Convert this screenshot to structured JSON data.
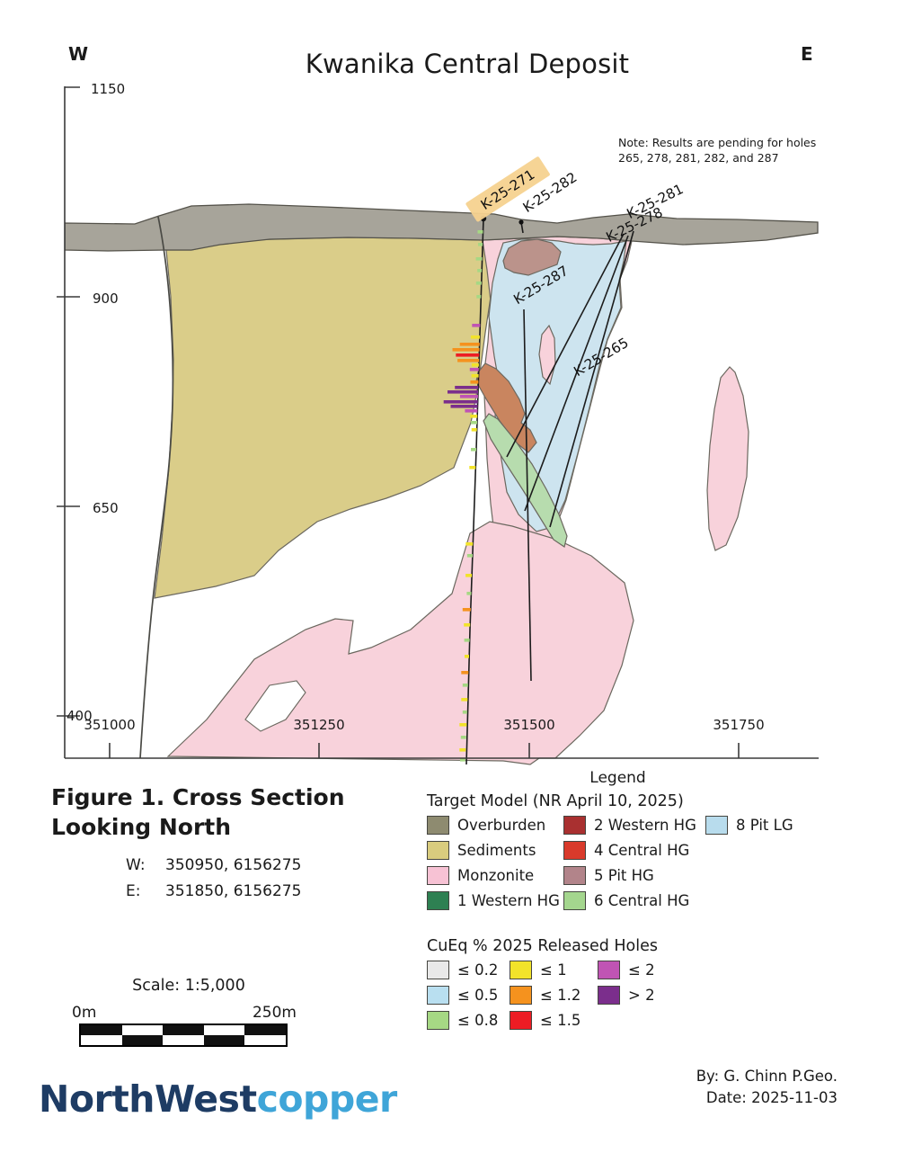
{
  "title": "Kwanika Central Deposit",
  "orientation": {
    "west": "W",
    "east": "E"
  },
  "note": "Note: Results are pending for holes\n265, 278, 281, 282, and 287",
  "axes": {
    "y_ticks": [
      "1150",
      "900",
      "650",
      "400"
    ],
    "x_ticks": [
      "351000",
      "351250",
      "351500",
      "351750"
    ]
  },
  "holes": [
    {
      "id": "K-25-271",
      "highlighted": true,
      "highlight_color": "#f6d28f"
    },
    {
      "id": "K-25-282",
      "highlighted": false
    },
    {
      "id": "K-25-281",
      "highlighted": false
    },
    {
      "id": "K-25-278",
      "highlighted": false
    },
    {
      "id": "K-25-287",
      "highlighted": false
    },
    {
      "id": "K-25-265",
      "highlighted": false
    }
  ],
  "legend": {
    "title": "Legend",
    "target_model": {
      "title": "Target Model (NR April 10, 2025)",
      "columns": [
        [
          {
            "label": "Overburden",
            "color": "#8e8b70"
          },
          {
            "label": "Sediments",
            "color": "#d9cc7e"
          },
          {
            "label": "Monzonite",
            "color": "#f7c2d4"
          },
          {
            "label": "1 Western HG",
            "color": "#2e8052"
          }
        ],
        [
          {
            "label": "2 Western HG",
            "color": "#a93030"
          },
          {
            "label": "4 Central HG",
            "color": "#d93a2b"
          },
          {
            "label": "5 Pit HG",
            "color": "#b2848a"
          },
          {
            "label": "6 Central HG",
            "color": "#a4d68e"
          }
        ],
        [
          {
            "label": "8 Pit LG",
            "color": "#b8dced"
          }
        ]
      ]
    },
    "cueq": {
      "title": "CuEq % 2025 Released Holes",
      "columns": [
        [
          {
            "label": "≤ 0.2",
            "color": "#e9e9e9"
          },
          {
            "label": "≤ 0.5",
            "color": "#b9dff0"
          },
          {
            "label": "≤ 0.8",
            "color": "#a6d884"
          }
        ],
        [
          {
            "label": "≤ 1",
            "color": "#f2e32a"
          },
          {
            "label": "≤ 1.2",
            "color": "#f5921e"
          },
          {
            "label": "≤ 1.5",
            "color": "#ed1c24"
          }
        ],
        [
          {
            "label": "≤ 2",
            "color": "#c054b4"
          },
          {
            "label": "> 2",
            "color": "#7b2e8c"
          }
        ]
      ]
    }
  },
  "caption": {
    "title": "Figure 1. Cross Section\nLooking North",
    "coords": [
      {
        "dir": "W:",
        "value": "350950, 6156275"
      },
      {
        "dir": "E:",
        "value": "351850, 6156275"
      }
    ]
  },
  "scale": {
    "label": "Scale: 1:5,000",
    "left": "0m",
    "right": "250m"
  },
  "logo": {
    "part1": "NorthWest",
    "part2": "copper",
    "color1": "#1e3c64",
    "color2": "#3fa5d8"
  },
  "credits": {
    "by": "By: G. Chinn P.Geo.",
    "date": "Date: 2025-11-03"
  },
  "palette": {
    "section": {
      "overburden_band": "#a7a49a",
      "sediments_body": "#dacd89",
      "monzonite_body": "#f8d2db",
      "pit5_body": "#bb938b",
      "central4_body": "#c9855f",
      "central6_body": "#b7dcae",
      "pit8_body": "#cde4ef",
      "outline": "#6b685f",
      "fault": "#4a4a45",
      "trace": "#1c1c1c"
    },
    "cueq": {
      "c02": "#e9e9e9",
      "c05": "#b9dff0",
      "c08": "#a6d884",
      "c10": "#f2e32a",
      "c12": "#f5921e",
      "c15": "#ed1c24",
      "c20": "#c054b4",
      "c2p": "#7b2e8c"
    }
  },
  "section": {
    "interval_bars": [
      {
        "y": 258,
        "w": 6,
        "c": "c08"
      },
      {
        "y": 272,
        "w": 5,
        "c": "c08"
      },
      {
        "y": 288,
        "w": 7,
        "c": "c08"
      },
      {
        "y": 301,
        "w": 5,
        "c": "c08"
      },
      {
        "y": 315,
        "w": 6,
        "c": "c08"
      },
      {
        "y": 330,
        "w": 5,
        "c": "c08"
      },
      {
        "y": 362,
        "w": 9,
        "c": "c20"
      },
      {
        "y": 375,
        "w": 10,
        "c": "c10"
      },
      {
        "y": 383,
        "w": 22,
        "c": "c12"
      },
      {
        "y": 389,
        "w": 30,
        "c": "c12"
      },
      {
        "y": 395,
        "w": 26,
        "c": "c15"
      },
      {
        "y": 401,
        "w": 24,
        "c": "c12"
      },
      {
        "y": 406,
        "w": 8,
        "c": "c10"
      },
      {
        "y": 411,
        "w": 10,
        "c": "c20"
      },
      {
        "y": 418,
        "w": 8,
        "c": "c10"
      },
      {
        "y": 425,
        "w": 9,
        "c": "c12"
      },
      {
        "y": 431,
        "w": 26,
        "c": "c2p"
      },
      {
        "y": 436,
        "w": 34,
        "c": "c2p"
      },
      {
        "y": 441,
        "w": 20,
        "c": "c20"
      },
      {
        "y": 447,
        "w": 38,
        "c": "c2p"
      },
      {
        "y": 452,
        "w": 30,
        "c": "c2p"
      },
      {
        "y": 457,
        "w": 14,
        "c": "c20"
      },
      {
        "y": 463,
        "w": 8,
        "c": "c10"
      },
      {
        "y": 470,
        "w": 7,
        "c": "c08"
      },
      {
        "y": 478,
        "w": 6,
        "c": "c10"
      },
      {
        "y": 500,
        "w": 6,
        "c": "c08"
      },
      {
        "y": 520,
        "w": 7,
        "c": "c10"
      },
      {
        "y": 605,
        "w": 8,
        "c": "c10"
      },
      {
        "y": 618,
        "w": 6,
        "c": "c08"
      },
      {
        "y": 640,
        "w": 7,
        "c": "c10"
      },
      {
        "y": 660,
        "w": 5,
        "c": "c08"
      },
      {
        "y": 678,
        "w": 9,
        "c": "c12"
      },
      {
        "y": 695,
        "w": 7,
        "c": "c10"
      },
      {
        "y": 712,
        "w": 6,
        "c": "c08"
      },
      {
        "y": 730,
        "w": 5,
        "c": "c10"
      },
      {
        "y": 748,
        "w": 8,
        "c": "c12"
      },
      {
        "y": 762,
        "w": 6,
        "c": "c08"
      },
      {
        "y": 778,
        "w": 7,
        "c": "c10"
      },
      {
        "y": 792,
        "w": 5,
        "c": "c08"
      },
      {
        "y": 806,
        "w": 8,
        "c": "c10"
      },
      {
        "y": 820,
        "w": 6,
        "c": "c08"
      },
      {
        "y": 834,
        "w": 7,
        "c": "c10"
      },
      {
        "y": 845,
        "w": 6,
        "c": "c08"
      }
    ]
  }
}
